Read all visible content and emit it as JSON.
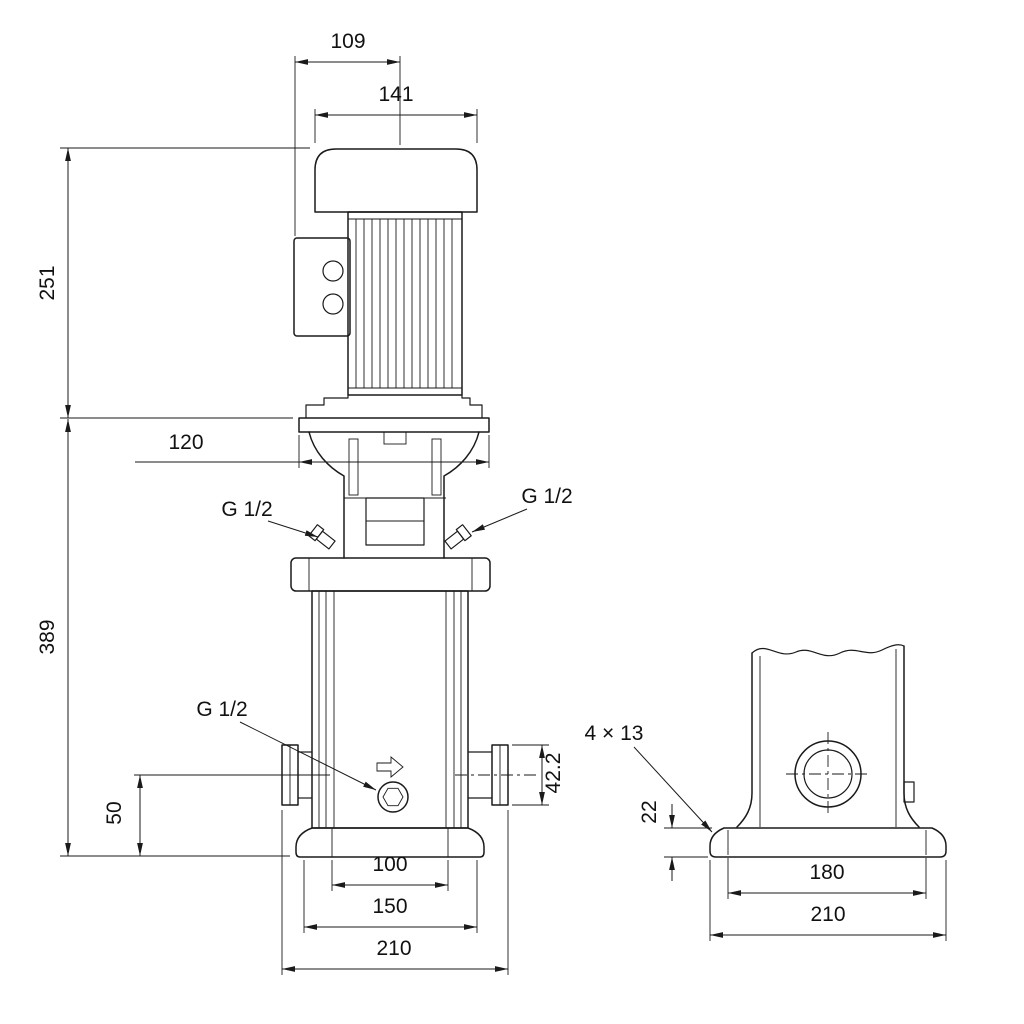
{
  "drawing": {
    "kind": "pump-dimensional-drawing",
    "line_color": "#1a1a1a",
    "background": "#ffffff"
  },
  "front_view": {
    "dims": {
      "motor_top_width": "109",
      "motor_width": "141",
      "motor_height": "251",
      "stool_width": "120",
      "pump_height": "389",
      "port_center_height": "50",
      "port_od": "42.2",
      "base_inner_width": "100",
      "base_bolt_spacing": "150",
      "port_to_port": "210",
      "vent_port_left": "G 1/2",
      "vent_port_right": "G 1/2",
      "drain_port": "G 1/2"
    }
  },
  "side_view": {
    "dims": {
      "bolt_holes": "4 × 13",
      "base_height": "22",
      "base_bolt_spacing": "180",
      "base_length": "210"
    }
  }
}
